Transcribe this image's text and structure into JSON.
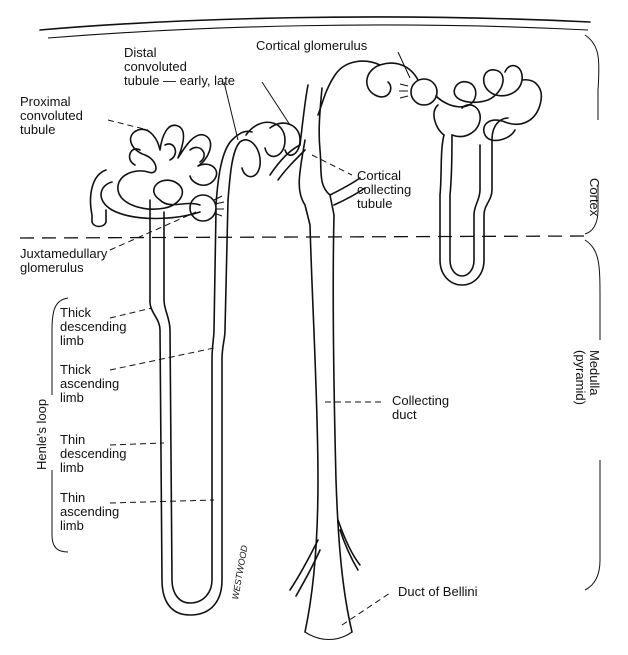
{
  "labels": {
    "cortical_glomerulus": "Cortical glomerulus",
    "distal_1": "Distal",
    "distal_2": "convoluted",
    "distal_3": "tubule — early, late",
    "proximal_1": "Proximal",
    "proximal_2": "convoluted",
    "proximal_3": "tubule",
    "cortical_collecting_1": "Cortical",
    "cortical_collecting_2": "collecting",
    "cortical_collecting_3": "tubule",
    "juxta_1": "Juxtamedullary",
    "juxta_2": "glomerulus",
    "thick_desc_1": "Thick",
    "thick_desc_2": "descending",
    "thick_desc_3": "limb",
    "thick_asc_1": "Thick",
    "thick_asc_2": "ascending",
    "thick_asc_3": "limb",
    "thin_desc_1": "Thin",
    "thin_desc_2": "descending",
    "thin_desc_3": "limb",
    "thin_asc_1": "Thin",
    "thin_asc_2": "ascending",
    "thin_asc_3": "limb",
    "collecting_1": "Collecting",
    "collecting_2": "duct",
    "bellini": "Duct of Bellini",
    "henles_loop": "Henle's loop",
    "cortex": "Cortex",
    "medulla": "Medulla",
    "pyramid": "(pyramid)",
    "signature": "WESTWOOD"
  }
}
